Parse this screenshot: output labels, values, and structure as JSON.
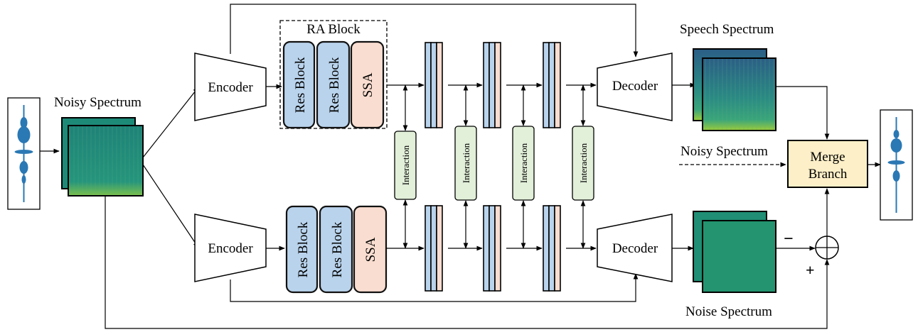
{
  "labels": {
    "noisy_spectrum": "Noisy Spectrum",
    "speech_spectrum": "Speech Spectrum",
    "noise_spectrum": "Noise Spectrum",
    "noisy_spectrum_in": "Noisy Spectrum",
    "ra_block": "RA Block",
    "encoder": "Encoder",
    "decoder": "Decoder",
    "res_block": "Res Block",
    "ssa": "SSA",
    "interaction": "Interaction",
    "merge_line1": "Merge",
    "merge_line2": "Branch",
    "minus": "−",
    "plus": "+"
  },
  "colors": {
    "res_block_fill": "#b9d3ec",
    "ssa_fill": "#f9ddd0",
    "interaction_fill": "#e2efd9",
    "merge_fill": "#fdefc7",
    "spectrum_fill": "#1d8a78",
    "spectrum_speech_fill": "#2c7f88",
    "waveform": "#2a78b4"
  },
  "icons": {
    "input_waveform": "waveform-icon",
    "output_waveform": "waveform-icon",
    "sum_node": "circled-plus-icon"
  }
}
